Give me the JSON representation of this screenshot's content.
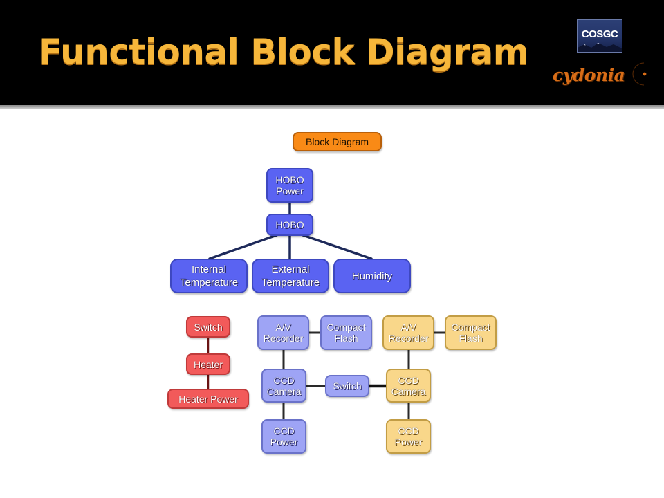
{
  "header": {
    "title": "Functional Block Diagram",
    "logos": {
      "cosgc": "COSGC",
      "cydonia": "cydonia"
    }
  },
  "colors": {
    "header_bg": "#000000",
    "title": "#f6b63a",
    "hobo_blue": "#5a63f2",
    "camera_blue": "#9ea4f5",
    "heater_red": "#f25a5a",
    "camera_yellow": "#f9d78a",
    "legend_orange": "#f98a16"
  },
  "diagram": {
    "legend": "Block Diagram",
    "hobo": {
      "power": "HOBO\nPower",
      "main": "HOBO",
      "internal_temp": "Internal\nTemperature",
      "external_temp": "External\nTemperature",
      "humidity": "Humidity"
    },
    "heater": {
      "switch": "Switch",
      "heater": "Heater",
      "power": "Heater Power"
    },
    "camera_a": {
      "recorder": "A/V\nRecorder",
      "flash": "Compact\nFlash",
      "camera": "CCD\nCamera",
      "power": "CCD\nPower"
    },
    "shared_switch": "Switch",
    "camera_b": {
      "recorder": "A/V\nRecorder",
      "flash": "Compact\nFlash",
      "camera": "CCD\nCamera",
      "power": "CCD\nPower"
    }
  }
}
